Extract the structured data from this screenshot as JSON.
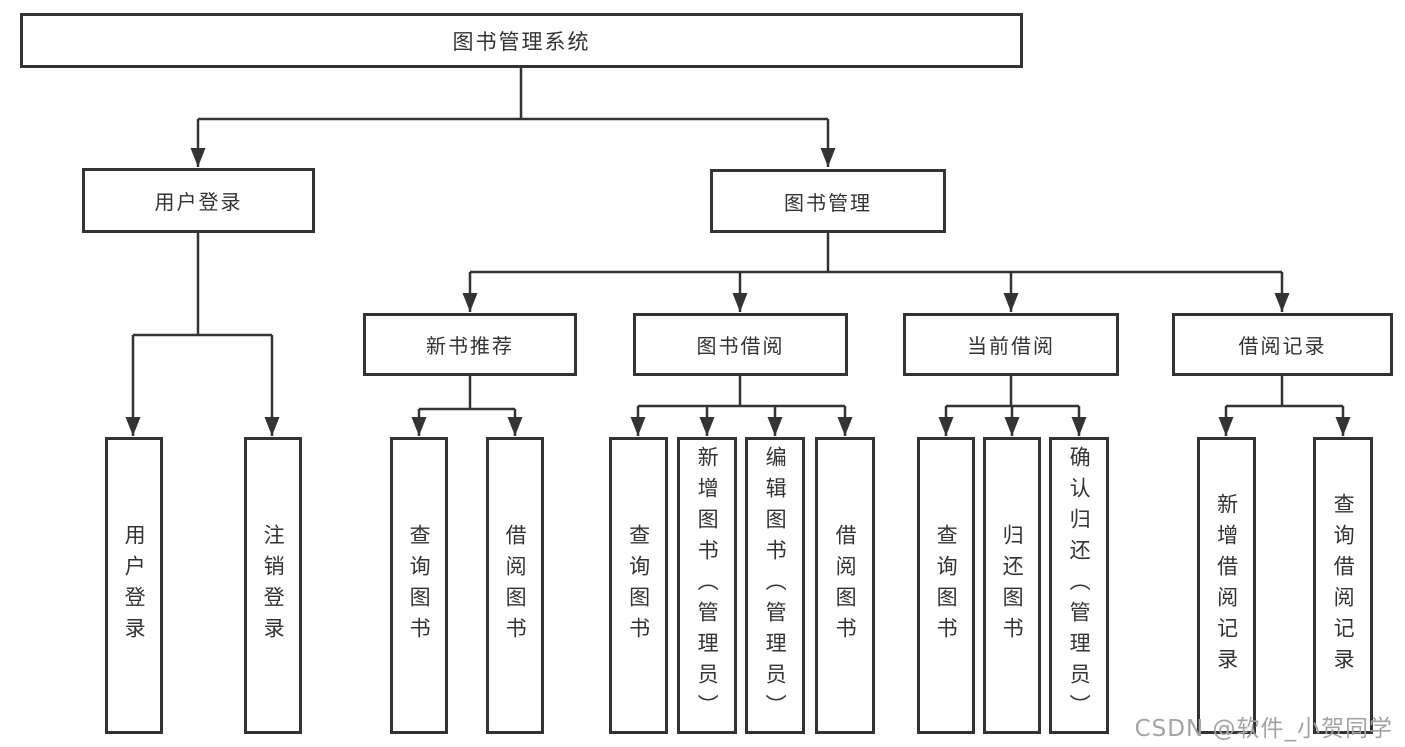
{
  "diagram": {
    "watermark": "CSDN @软件_小贺同学",
    "colors": {
      "line": "#333333",
      "box_border": "#333333",
      "text": "#333333",
      "watermark": "#a3a3a3",
      "background": "#ffffff"
    },
    "tree": {
      "label": "图书管理系统",
      "children": [
        {
          "label": "用户登录",
          "children": [
            {
              "label": "用户登录"
            },
            {
              "label": "注销登录"
            }
          ]
        },
        {
          "label": "图书管理",
          "children": [
            {
              "label": "新书推荐",
              "children": [
                {
                  "label": "查询图书"
                },
                {
                  "label": "借阅图书"
                }
              ]
            },
            {
              "label": "图书借阅",
              "children": [
                {
                  "label": "查询图书"
                },
                {
                  "label": "新增图书（管理员）"
                },
                {
                  "label": "编辑图书（管理员）"
                },
                {
                  "label": "借阅图书"
                }
              ]
            },
            {
              "label": "当前借阅",
              "children": [
                {
                  "label": "查询图书"
                },
                {
                  "label": "归还图书"
                },
                {
                  "label": "确认归还（管理员）"
                }
              ]
            },
            {
              "label": "借阅记录",
              "children": [
                {
                  "label": "新增借阅记录"
                },
                {
                  "label": "查询借阅记录"
                }
              ]
            }
          ]
        }
      ]
    }
  }
}
